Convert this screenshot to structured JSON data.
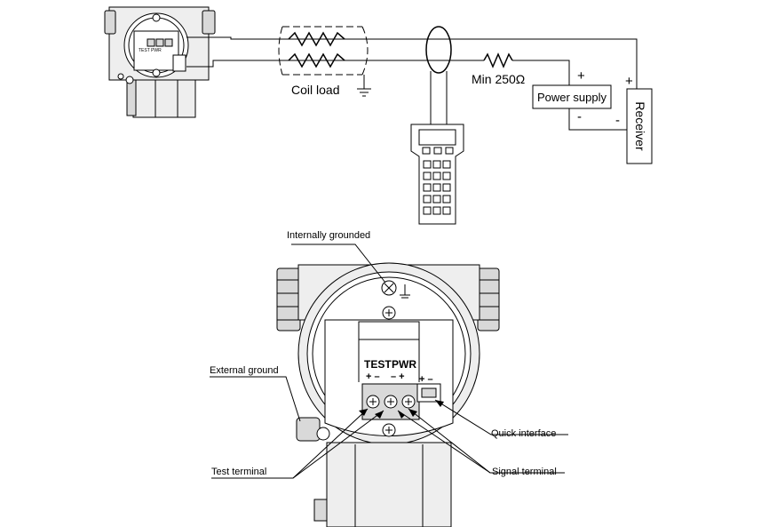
{
  "top_diagram": {
    "coil_load_label": "Coil load",
    "resistor_label": "Min 250Ω",
    "power_supply_label": "Power supply",
    "receiver_label": "Receiver",
    "ps_plus": "+",
    "ps_minus": "-",
    "rx_plus": "+",
    "rx_minus": "-"
  },
  "bottom_diagram": {
    "internally_grounded": "Internally grounded",
    "external_ground": "External ground",
    "test_terminal": "Test terminal",
    "signal_terminal": "Signal terminal",
    "quick_interface": "Quick interface",
    "test_label": "TEST",
    "pwr_label": "PWR",
    "test_polarity": "+ –",
    "pwr_polarity": "– +",
    "quick_polarity": "+ –"
  },
  "colors": {
    "line": "#000000",
    "housing_fill": "#d9d9d9",
    "background": "#ffffff"
  }
}
